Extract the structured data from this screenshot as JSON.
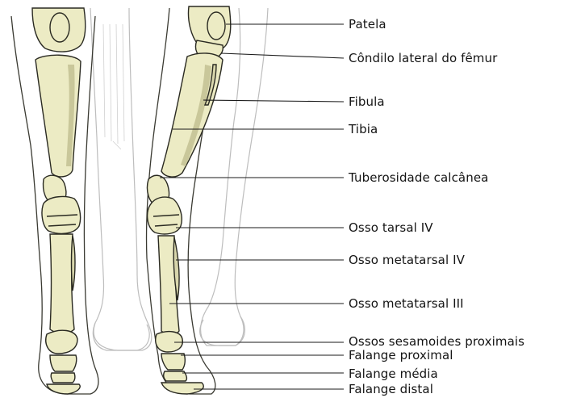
{
  "labels": [
    {
      "key": "patela",
      "text": "Patela"
    },
    {
      "key": "condilo-lateral-do-femur",
      "text": "Côndilo lateral do fêmur"
    },
    {
      "key": "fibula",
      "text": "Fibula"
    },
    {
      "key": "tibia",
      "text": "Tibia"
    },
    {
      "key": "tuberosidade-calcanea",
      "text": "Tuberosidade calcânea"
    },
    {
      "key": "osso-tarsal-iv",
      "text": "Osso tarsal IV"
    },
    {
      "key": "osso-metatarsal-iv",
      "text": "Osso metatarsal IV"
    },
    {
      "key": "osso-metatarsal-iii",
      "text": "Osso metatarsal III"
    },
    {
      "key": "ossos-sesamoides-proximais",
      "text": "Ossos sesamoides proximais"
    },
    {
      "key": "falange-proximal",
      "text": "Falange proximal"
    },
    {
      "key": "falange-media",
      "text": "Falange média"
    },
    {
      "key": "falange-distal",
      "text": "Falange distal"
    }
  ],
  "colors": {
    "bone_fill": "#ecebc4",
    "bone_shadow": "#c9c79a",
    "outline": "#2a2a22",
    "silhouette": "#bdbdbd",
    "leader_line": "#1a1a1a",
    "text": "#141414"
  }
}
